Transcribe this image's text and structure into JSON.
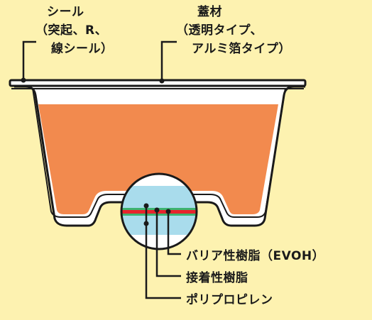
{
  "labels": {
    "seal": {
      "title": "シール",
      "detail_line1": "（突起、R、",
      "detail_line2": "線シール）"
    },
    "lid": {
      "title": "蓋材",
      "detail_line1": "（透明タイプ、",
      "detail_line2": "アルミ箔タイプ）"
    },
    "layers": {
      "evoh": "バリア性樹脂（EVOH）",
      "adhesive": "接着性樹脂",
      "pp": "ポリプロピレン"
    }
  },
  "colors": {
    "background": "#fdf2b0",
    "content_fill": "#f28a4e",
    "outline": "#1a1a1a",
    "container_body": "#ffffff",
    "pp_layer": "#a9dcec",
    "adhesive_layer": "#3eb370",
    "evoh_layer": "#e8242c"
  }
}
